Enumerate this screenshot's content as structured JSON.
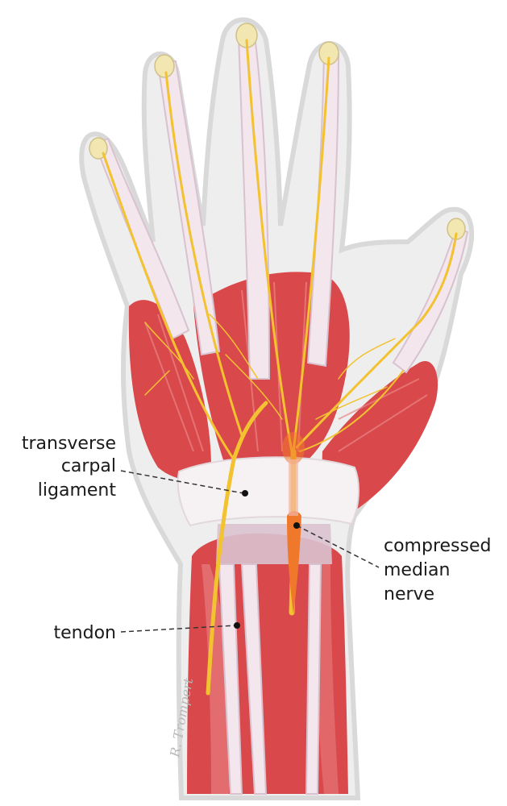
{
  "labels": {
    "transverse_carpal_ligament": [
      "transverse",
      "carpal",
      "ligament"
    ],
    "compressed_median_nerve": [
      "compressed",
      "median",
      "nerve"
    ],
    "tendon": "tendon"
  },
  "signature": "R. Trompert",
  "colors": {
    "skin_outline": "#d9d9d9",
    "skin_fill": "#eeeeee",
    "muscle": "#d9484b",
    "muscle_light": "#e98686",
    "tendon": "#f3e6ec",
    "tendon_shade": "#d9c2cf",
    "ligament": "#f6f2f3",
    "nerve": "#f2c230",
    "nerve_dark": "#c99300",
    "compression": "#f0782a",
    "bone_tip": "#f2e7b0",
    "leader": "#333333"
  }
}
